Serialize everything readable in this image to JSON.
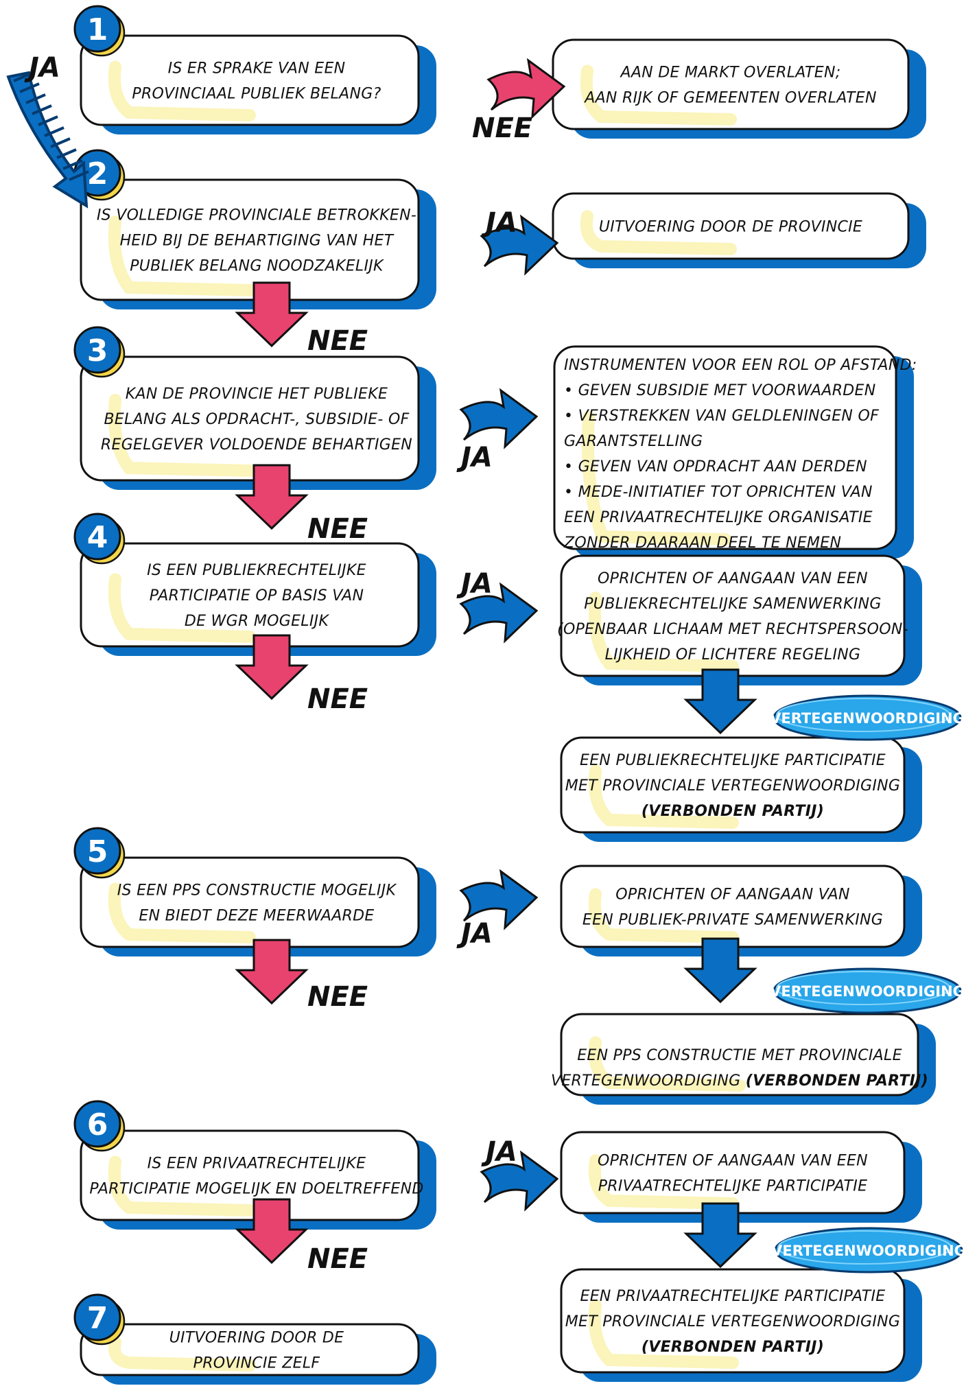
{
  "colors": {
    "blue": "#0a6fc2",
    "blue_dark": "#063b70",
    "pink": "#e8436e",
    "yellow_highlight": "#fbf3b4",
    "badge_blue": "#2aa6ea",
    "ink": "#111111"
  },
  "questions": [
    {
      "num": "1",
      "lines": [
        "IS ER SPRAKE VAN EEN",
        "PROVINCIAAL PUBLIEK BELANG?"
      ]
    },
    {
      "num": "2",
      "lines": [
        "IS VOLLEDIGE PROVINCIALE BETROKKEN-",
        "HEID BIJ DE BEHARTIGING VAN HET",
        "PUBLIEK BELANG NOODZAKELIJK"
      ]
    },
    {
      "num": "3",
      "lines": [
        "KAN DE PROVINCIE HET PUBLIEKE",
        "BELANG ALS OPDRACHT-, SUBSIDIE- OF",
        "REGELGEVER VOLDOENDE BEHARTIGEN"
      ]
    },
    {
      "num": "4",
      "lines": [
        "IS EEN PUBLIEKRECHTELIJKE",
        "PARTICIPATIE  OP BASIS VAN",
        "DE WGR MOGELIJK"
      ]
    },
    {
      "num": "5",
      "lines": [
        "IS EEN PPS CONSTRUCTIE MOGELIJK",
        "EN BIEDT DEZE MEERWAARDE"
      ]
    },
    {
      "num": "6",
      "lines": [
        "IS EEN PRIVAATRECHTELIJKE",
        "PARTICIPATIE MOGELIJK EN DOELTREFFEND"
      ]
    },
    {
      "num": "7",
      "lines": [
        "UITVOERING DOOR DE",
        "PROVINCIE ZELF"
      ]
    }
  ],
  "results": [
    {
      "lines": [
        "AAN DE MARKT OVERLATEN;",
        "AAN RIJK OF GEMEENTEN OVERLATEN"
      ]
    },
    {
      "lines": [
        "UITVOERING DOOR DE PROVINCIE"
      ]
    },
    {
      "lines": [
        "INSTRUMENTEN VOOR EEN ROL OP AFSTAND:",
        "• GEVEN SUBSIDIE MET VOORWAARDEN",
        "• VERSTREKKEN VAN GELDLENINGEN OF",
        "   GARANTSTELLING",
        "• GEVEN VAN OPDRACHT AAN DERDEN",
        "• MEDE-INITIATIEF TOT OPRICHTEN VAN",
        "   EEN PRIVAATRECHTELIJKE ORGANISATIE",
        "   ZONDER DAARAAN DEEL TE NEMEN"
      ]
    },
    {
      "lines": [
        "OPRICHTEN OF AANGAAN VAN EEN",
        "PUBLIEKRECHTELIJKE SAMENWERKING",
        "(OPENBAAR LICHAAM MET RECHTSPERSOON-",
        "LIJKHEID OF LICHTERE REGELING"
      ]
    },
    {
      "lines": [
        "EEN PUBLIEKRECHTELIJKE PARTICIPATIE",
        "MET PROVINCIALE VERTEGENWOORDIGING"
      ],
      "bold_line": "(VERBONDEN PARTIJ)"
    },
    {
      "lines": [
        "OPRICHTEN OF AANGAAN VAN",
        "EEN PUBLIEK-PRIVATE SAMENWERKING"
      ]
    },
    {
      "lines": [
        "EEN PPS CONSTRUCTIE MET PROVINCIALE"
      ],
      "mixed_line": {
        "normal": "VERTEGENWOORDIGING ",
        "bold": "(VERBONDEN PARTIJ)"
      }
    },
    {
      "lines": [
        "OPRICHTEN OF AANGAAN VAN EEN",
        "PRIVAATRECHTELIJKE PARTICIPATIE"
      ]
    },
    {
      "lines": [
        "EEN PRIVAATRECHTELIJKE PARTICIPATIE",
        "MET PROVINCIALE VERTEGENWOORDIGING"
      ],
      "bold_line": "(VERBONDEN PARTIJ)"
    }
  ],
  "labels": {
    "ja": "JA",
    "nee": "NEE"
  },
  "badge": "VERTEGENWOORDIGING"
}
